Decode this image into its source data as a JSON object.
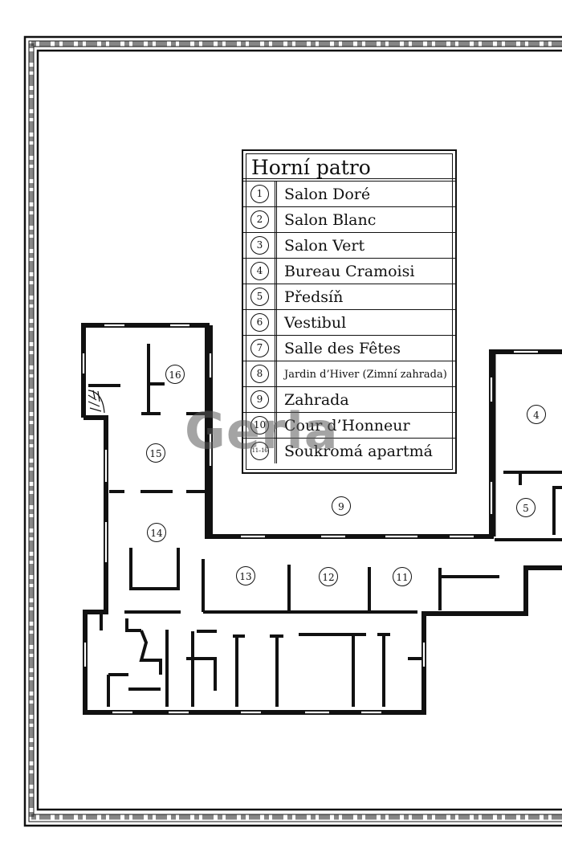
{
  "legend": {
    "title": "Horní patro",
    "items": [
      {
        "num": "1",
        "label": "Salon Doré"
      },
      {
        "num": "2",
        "label": "Salon Blanc"
      },
      {
        "num": "3",
        "label": "Salon Vert"
      },
      {
        "num": "4",
        "label": "Bureau Cramoisi"
      },
      {
        "num": "5",
        "label": "Předsíň"
      },
      {
        "num": "6",
        "label": "Vestibul"
      },
      {
        "num": "7",
        "label": "Salle des Fêtes"
      },
      {
        "num": "8",
        "label": "Jardin d’Hiver (Zimní zahrada)"
      },
      {
        "num": "9",
        "label": "Zahrada"
      },
      {
        "num": "10",
        "label": "Cour d’Honneur"
      },
      {
        "num": "11–16",
        "label": "Soukromá apartmá"
      }
    ]
  },
  "rooms": {
    "r4": "4",
    "r5": "5",
    "r9": "9",
    "r11": "11",
    "r12": "12",
    "r13": "13",
    "r14": "14",
    "r15": "15",
    "r16": "16"
  },
  "watermark": "Gerla",
  "colors": {
    "ink": "#111111",
    "paper": "#ffffff"
  }
}
